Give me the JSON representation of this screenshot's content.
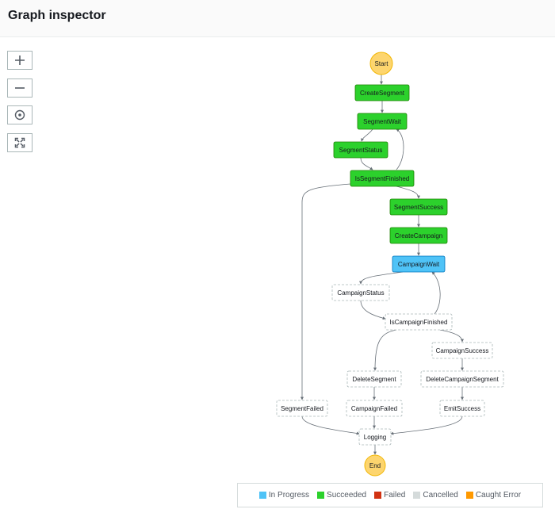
{
  "header": {
    "title": "Graph inspector"
  },
  "controls": [
    {
      "name": "zoom-in-button",
      "icon": "plus-icon"
    },
    {
      "name": "zoom-out-button",
      "icon": "minus-icon"
    },
    {
      "name": "center-button",
      "icon": "target-icon"
    },
    {
      "name": "fit-button",
      "icon": "expand-icon"
    }
  ],
  "graph": {
    "nodes": [
      {
        "id": "Start",
        "label": "Start",
        "kind": "terminal",
        "status": "start"
      },
      {
        "id": "CreateSegment",
        "label": "CreateSegment",
        "kind": "state",
        "status": "succeeded"
      },
      {
        "id": "SegmentWait",
        "label": "SegmentWait",
        "kind": "state",
        "status": "succeeded"
      },
      {
        "id": "SegmentStatus",
        "label": "SegmentStatus",
        "kind": "state",
        "status": "succeeded"
      },
      {
        "id": "IsSegmentFinished",
        "label": "IsSegmentFinished",
        "kind": "state",
        "status": "succeeded"
      },
      {
        "id": "SegmentSuccess",
        "label": "SegmentSuccess",
        "kind": "state",
        "status": "succeeded"
      },
      {
        "id": "CreateCampaign",
        "label": "CreateCampaign",
        "kind": "state",
        "status": "succeeded"
      },
      {
        "id": "CampaignWait",
        "label": "CampaignWait",
        "kind": "state",
        "status": "in_progress"
      },
      {
        "id": "CampaignStatus",
        "label": "CampaignStatus",
        "kind": "state",
        "status": "not_started"
      },
      {
        "id": "IsCampaignFinished",
        "label": "IsCampaignFinished",
        "kind": "state",
        "status": "not_started"
      },
      {
        "id": "CampaignSuccess",
        "label": "CampaignSuccess",
        "kind": "state",
        "status": "not_started"
      },
      {
        "id": "DeleteSegment",
        "label": "DeleteSegment",
        "kind": "state",
        "status": "not_started"
      },
      {
        "id": "DeleteCampaignSegment",
        "label": "DeleteCampaignSegment",
        "kind": "state",
        "status": "not_started"
      },
      {
        "id": "SegmentFailed",
        "label": "SegmentFailed",
        "kind": "state",
        "status": "not_started"
      },
      {
        "id": "CampaignFailed",
        "label": "CampaignFailed",
        "kind": "state",
        "status": "not_started"
      },
      {
        "id": "EmitSuccess",
        "label": "EmitSuccess",
        "kind": "state",
        "status": "not_started"
      },
      {
        "id": "Logging",
        "label": "Logging",
        "kind": "state",
        "status": "not_started"
      },
      {
        "id": "End",
        "label": "End",
        "kind": "terminal",
        "status": "end"
      }
    ],
    "edges": [
      [
        "Start",
        "CreateSegment"
      ],
      [
        "CreateSegment",
        "SegmentWait"
      ],
      [
        "SegmentWait",
        "SegmentStatus"
      ],
      [
        "SegmentStatus",
        "IsSegmentFinished"
      ],
      [
        "IsSegmentFinished",
        "SegmentWait"
      ],
      [
        "IsSegmentFinished",
        "SegmentSuccess"
      ],
      [
        "IsSegmentFinished",
        "SegmentFailed"
      ],
      [
        "SegmentSuccess",
        "CreateCampaign"
      ],
      [
        "CreateCampaign",
        "CampaignWait"
      ],
      [
        "CampaignWait",
        "CampaignStatus"
      ],
      [
        "CampaignStatus",
        "IsCampaignFinished"
      ],
      [
        "IsCampaignFinished",
        "CampaignWait"
      ],
      [
        "IsCampaignFinished",
        "DeleteSegment"
      ],
      [
        "IsCampaignFinished",
        "CampaignSuccess"
      ],
      [
        "CampaignSuccess",
        "DeleteCampaignSegment"
      ],
      [
        "DeleteSegment",
        "CampaignFailed"
      ],
      [
        "DeleteCampaignSegment",
        "EmitSuccess"
      ],
      [
        "SegmentFailed",
        "Logging"
      ],
      [
        "CampaignFailed",
        "Logging"
      ],
      [
        "EmitSuccess",
        "Logging"
      ],
      [
        "Logging",
        "End"
      ]
    ]
  },
  "legend": [
    {
      "label": "In Progress",
      "color": "#4fc3f7"
    },
    {
      "label": "Succeeded",
      "color": "#2cd12c"
    },
    {
      "label": "Failed",
      "color": "#d13212"
    },
    {
      "label": "Cancelled",
      "color": "#d5dbdb"
    },
    {
      "label": "Caught Error",
      "color": "#ff9900"
    }
  ],
  "colors": {
    "succeeded_fill": "#2cd12c",
    "succeeded_stroke": "#1d8102",
    "in_progress_fill": "#4fc3f7",
    "in_progress_stroke": "#0073bb",
    "terminal_fill": "#fdd56e",
    "terminal_stroke": "#f2b705",
    "pending_stroke": "#aab7b8",
    "edge": "#687078"
  }
}
